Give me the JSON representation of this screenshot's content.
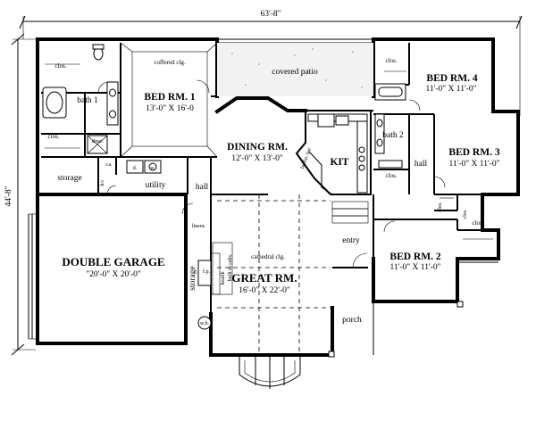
{
  "dimensions": {
    "width_total": "63'-8\"",
    "depth_total": "44'-8\""
  },
  "rooms": {
    "bed1": {
      "name": "BED RM. 1",
      "size": "13'-0\" X 16'-0",
      "note": "coffered clg."
    },
    "bath1": {
      "name": "bath 1"
    },
    "clos1a": {
      "name": "clos."
    },
    "clos1b": {
      "name": "clos."
    },
    "patio": {
      "name": "covered patio"
    },
    "dining": {
      "name": "DINING RM.",
      "size": "12'-0\" X 13'-0\""
    },
    "kit": {
      "name": "KIT",
      "bar": "brkfst. bar"
    },
    "bed4": {
      "name": "BED RM. 4",
      "size": "11'-0\" X 11'-0\"",
      "clos": "clos."
    },
    "bed3": {
      "name": "BED RM. 3",
      "size": "11'-0\" X 11'-0\"",
      "clos": "clos."
    },
    "bath2": {
      "name": "bath 2"
    },
    "hall_r": {
      "name": "hall"
    },
    "clos_b2": {
      "name": "clos."
    },
    "bed2": {
      "name": "BED RM. 2",
      "size": "11'-0\" X 11'-0\"",
      "clos": "clos."
    },
    "entry": {
      "name": "entry"
    },
    "porch": {
      "name": "porch"
    },
    "great": {
      "name": "GREAT RM.",
      "size": "16'-0\" X 22'-0\"",
      "note": "cathedral clg.",
      "hearth": "hearth",
      "shelves": "built in cabs."
    },
    "garage": {
      "name": "DOUBLE GARAGE",
      "size": "\"20'-0\" X 20'-0\""
    },
    "storage_l": {
      "name": "storage"
    },
    "storage_g": {
      "name": "storage"
    },
    "utility": {
      "name": "utility",
      "d": "d.",
      "w": "w."
    },
    "hall_c": {
      "name": "hall"
    },
    "linens": {
      "name": "linens"
    },
    "wh": {
      "name": "w.h."
    },
    "ra": {
      "name": "r.a."
    },
    "hc": {
      "name": "h/c"
    },
    "fp": {
      "name": "f.p."
    },
    "shwr": {
      "name": "shwr."
    },
    "bath2_clos": {
      "name": "clos."
    },
    "bed2_clos2": {
      "name": "clos."
    }
  }
}
